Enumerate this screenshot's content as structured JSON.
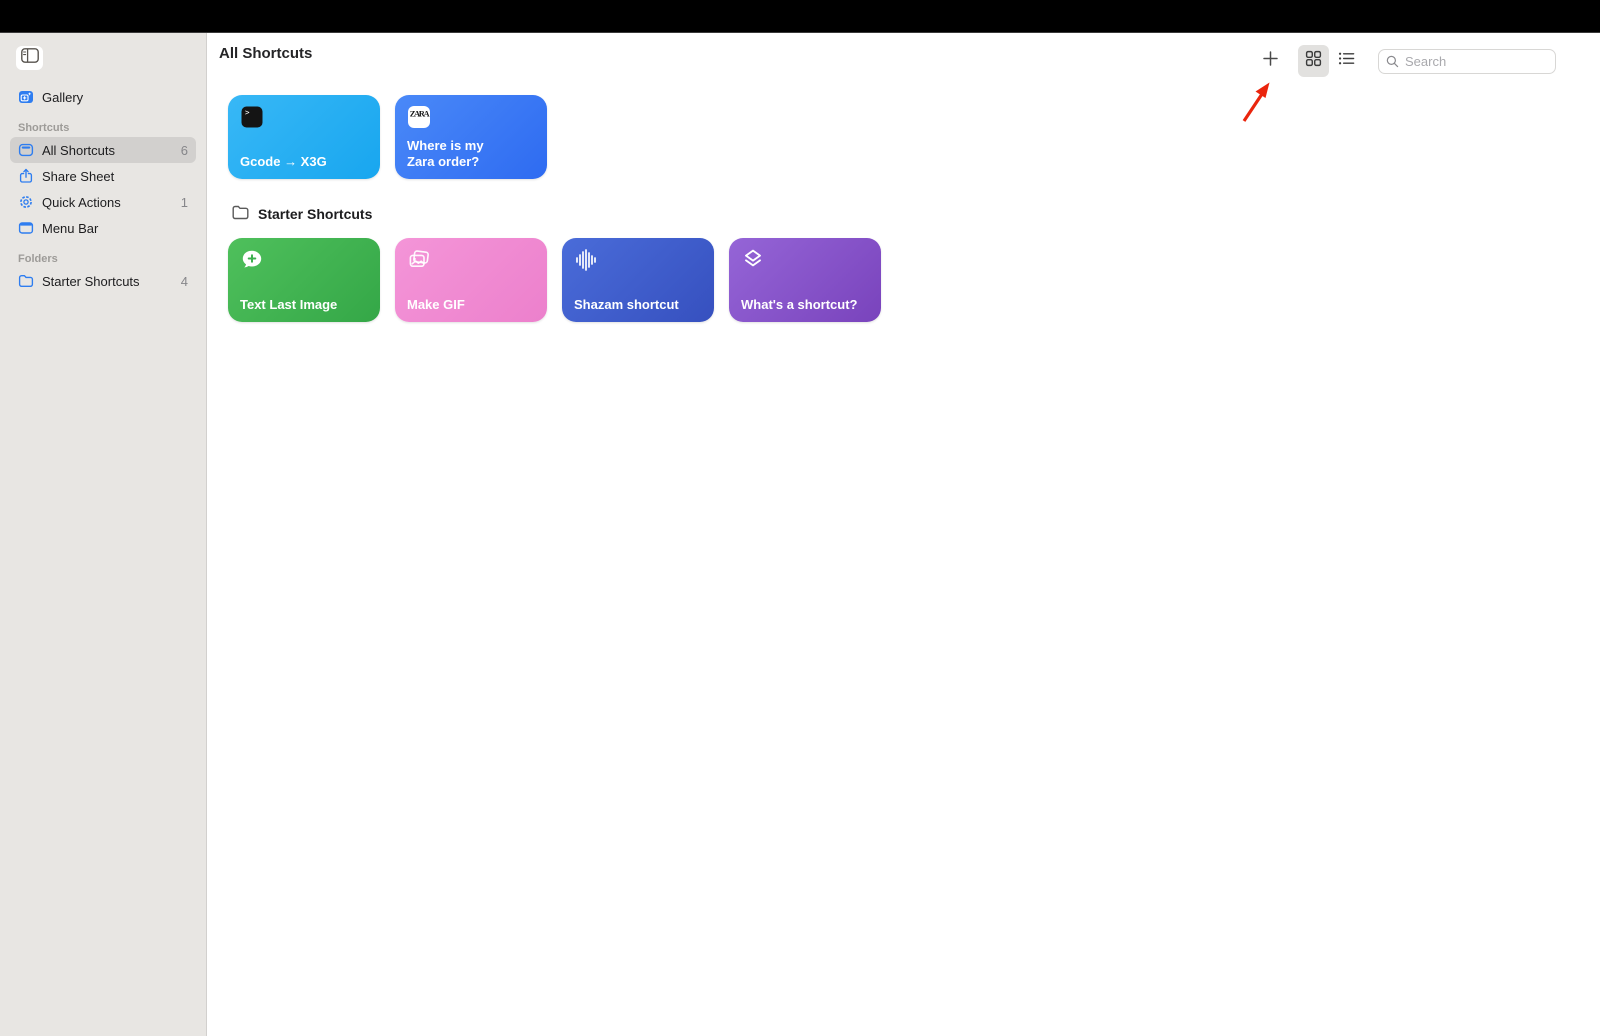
{
  "sidebar": {
    "gallery_label": "Gallery",
    "shortcuts_header": "Shortcuts",
    "items": {
      "all_shortcuts": {
        "label": "All Shortcuts",
        "count": "6"
      },
      "share_sheet": {
        "label": "Share Sheet",
        "count": ""
      },
      "quick_actions": {
        "label": "Quick Actions",
        "count": "1"
      },
      "menu_bar": {
        "label": "Menu Bar",
        "count": ""
      }
    },
    "folders_header": "Folders",
    "folders": {
      "starter_shortcuts": {
        "label": "Starter Shortcuts",
        "count": "4"
      }
    }
  },
  "header": {
    "title": "All Shortcuts",
    "search_placeholder": "Search"
  },
  "shortcuts": {
    "ungrouped": [
      {
        "title": "Gcode → X3G",
        "icon": "terminal-icon",
        "gradient": [
          "#38b8f6",
          "#18a6ef"
        ]
      },
      {
        "title": "Where is my\nZara order?",
        "icon": "zara-logo-icon",
        "gradient": [
          "#4a89f8",
          "#2e6bf1"
        ]
      }
    ],
    "folder_section": {
      "title": "Starter Shortcuts",
      "items": [
        {
          "title": "Text Last Image",
          "icon": "message-plus-icon",
          "gradient": [
            "#4fc05c",
            "#34a747"
          ]
        },
        {
          "title": "Make GIF",
          "icon": "photos-icon",
          "gradient": [
            "#f495d8",
            "#ec80cc"
          ]
        },
        {
          "title": "Shazam shortcut",
          "icon": "waveform-icon",
          "gradient": [
            "#4a6cd9",
            "#3650bf"
          ]
        },
        {
          "title": "What's a shortcut?",
          "icon": "layers-icon",
          "gradient": [
            "#9565d7",
            "#7943bc"
          ]
        }
      ]
    }
  },
  "colors": {
    "accent_blue": "#2e7df0",
    "annotation_red": "#ea250d",
    "zara_icon_text": "ZARA",
    "terminal_prompt": ">"
  }
}
